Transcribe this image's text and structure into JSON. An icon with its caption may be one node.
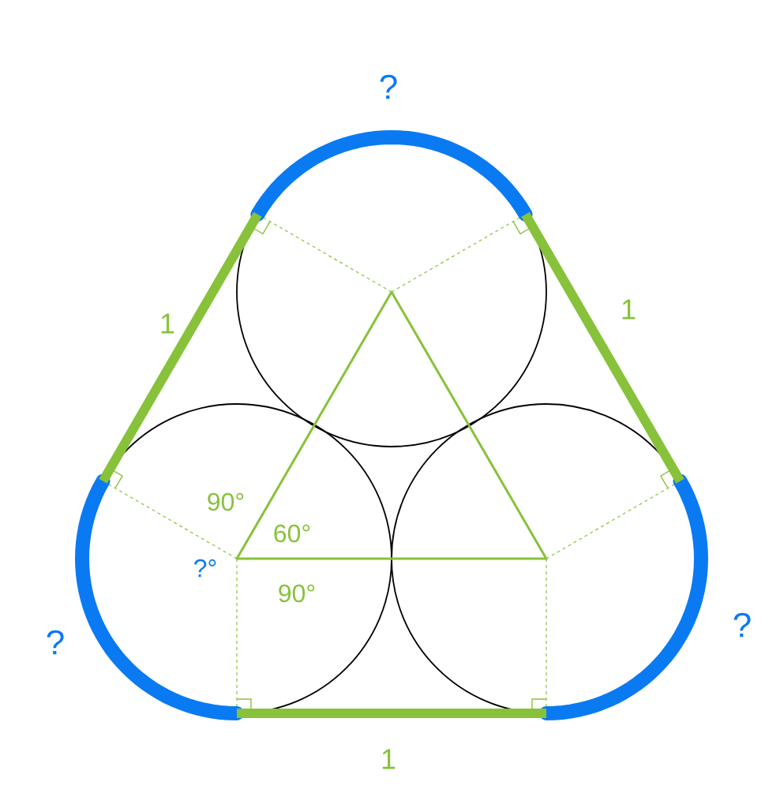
{
  "diagram": {
    "labels": [
      "?",
      "1",
      "1",
      "90°",
      "60°",
      "?°",
      "90°",
      "?",
      "?",
      "1"
    ]
  }
}
